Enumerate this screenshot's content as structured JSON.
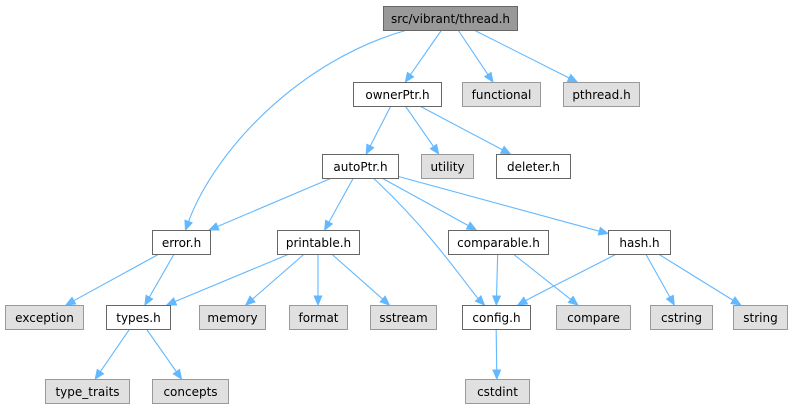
{
  "colors": {
    "root_fill": "#999999",
    "root_stroke": "#666666",
    "doc_fill": "#ffffff",
    "doc_stroke": "#666666",
    "external_fill": "#e0e0e0",
    "external_stroke": "#999999",
    "edge": "#63b8ff"
  },
  "nodes": [
    {
      "id": "thread",
      "label": "src/vibrant/thread.h",
      "kind": "root"
    },
    {
      "id": "ownerPtr",
      "label": "ownerPtr.h",
      "kind": "doc"
    },
    {
      "id": "functional",
      "label": "functional",
      "kind": "external"
    },
    {
      "id": "pthread",
      "label": "pthread.h",
      "kind": "external"
    },
    {
      "id": "autoPtr",
      "label": "autoPtr.h",
      "kind": "doc"
    },
    {
      "id": "utility",
      "label": "utility",
      "kind": "external"
    },
    {
      "id": "deleter",
      "label": "deleter.h",
      "kind": "doc"
    },
    {
      "id": "error",
      "label": "error.h",
      "kind": "doc"
    },
    {
      "id": "printable",
      "label": "printable.h",
      "kind": "doc"
    },
    {
      "id": "comparable",
      "label": "comparable.h",
      "kind": "doc"
    },
    {
      "id": "hash",
      "label": "hash.h",
      "kind": "doc"
    },
    {
      "id": "exception",
      "label": "exception",
      "kind": "external"
    },
    {
      "id": "types",
      "label": "types.h",
      "kind": "doc"
    },
    {
      "id": "memory",
      "label": "memory",
      "kind": "external"
    },
    {
      "id": "format",
      "label": "format",
      "kind": "external"
    },
    {
      "id": "sstream",
      "label": "sstream",
      "kind": "external"
    },
    {
      "id": "config",
      "label": "config.h",
      "kind": "doc"
    },
    {
      "id": "compare",
      "label": "compare",
      "kind": "external"
    },
    {
      "id": "cstring",
      "label": "cstring",
      "kind": "external"
    },
    {
      "id": "string",
      "label": "string",
      "kind": "external"
    },
    {
      "id": "type_traits",
      "label": "type_traits",
      "kind": "external"
    },
    {
      "id": "concepts",
      "label": "concepts",
      "kind": "external"
    },
    {
      "id": "cstdint",
      "label": "cstdint",
      "kind": "external"
    }
  ],
  "edges": [
    {
      "from": "thread",
      "to": "ownerPtr"
    },
    {
      "from": "thread",
      "to": "functional"
    },
    {
      "from": "thread",
      "to": "pthread"
    },
    {
      "from": "thread",
      "to": "error"
    },
    {
      "from": "ownerPtr",
      "to": "autoPtr"
    },
    {
      "from": "ownerPtr",
      "to": "utility"
    },
    {
      "from": "ownerPtr",
      "to": "deleter"
    },
    {
      "from": "autoPtr",
      "to": "error"
    },
    {
      "from": "autoPtr",
      "to": "printable"
    },
    {
      "from": "autoPtr",
      "to": "comparable"
    },
    {
      "from": "autoPtr",
      "to": "hash"
    },
    {
      "from": "autoPtr",
      "to": "config"
    },
    {
      "from": "error",
      "to": "exception"
    },
    {
      "from": "error",
      "to": "types"
    },
    {
      "from": "printable",
      "to": "types"
    },
    {
      "from": "printable",
      "to": "memory"
    },
    {
      "from": "printable",
      "to": "format"
    },
    {
      "from": "printable",
      "to": "sstream"
    },
    {
      "from": "comparable",
      "to": "config"
    },
    {
      "from": "comparable",
      "to": "compare"
    },
    {
      "from": "hash",
      "to": "config"
    },
    {
      "from": "hash",
      "to": "cstring"
    },
    {
      "from": "hash",
      "to": "string"
    },
    {
      "from": "types",
      "to": "type_traits"
    },
    {
      "from": "types",
      "to": "concepts"
    },
    {
      "from": "config",
      "to": "cstdint"
    }
  ]
}
